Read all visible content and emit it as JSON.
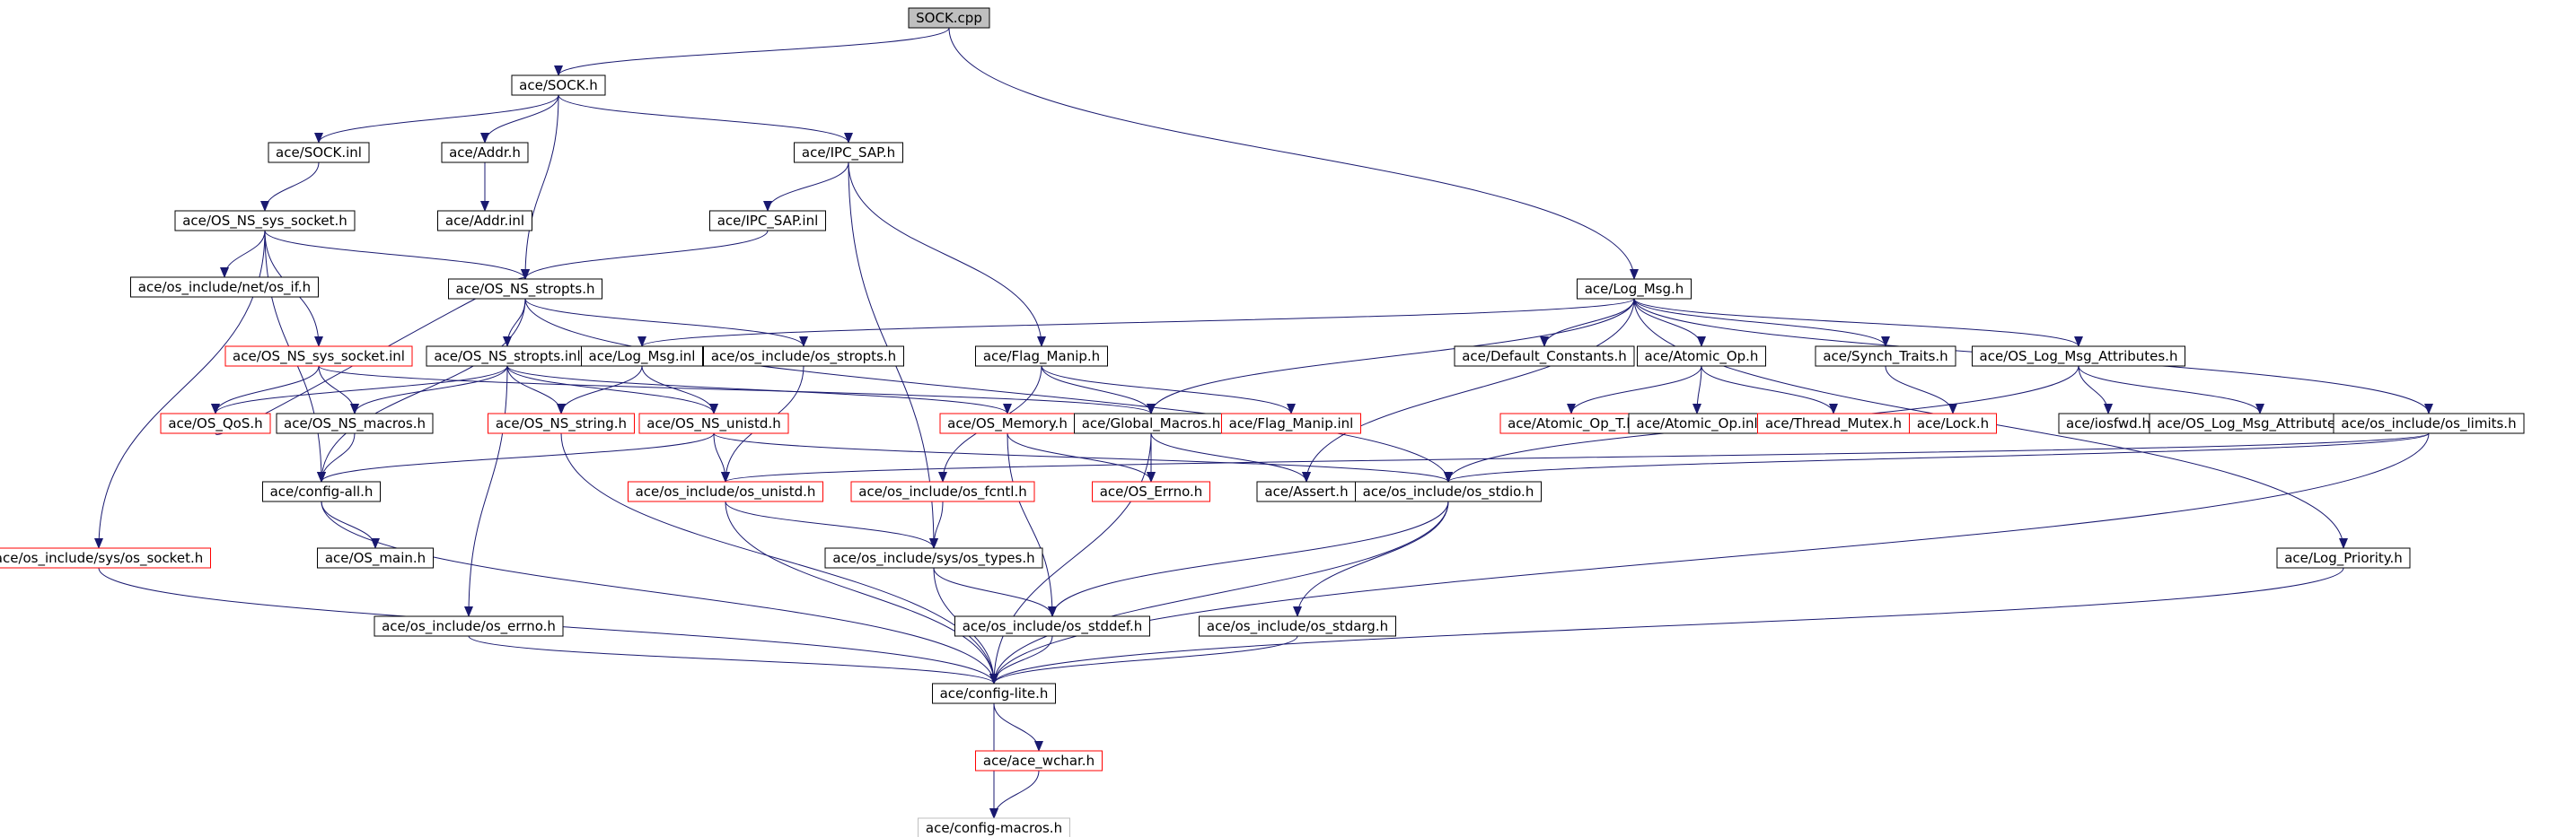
{
  "graph": {
    "colors": {
      "edge": "#191970",
      "box_default": "#000000",
      "box_red": "#ff0000",
      "box_gray": "#bfbfbf",
      "root_fill": "#bfbfbf",
      "text": "#000000"
    },
    "nodes": [
      {
        "id": "sock_cpp",
        "label": "SOCK.cpp",
        "style": "root"
      },
      {
        "id": "sock_h",
        "label": "ace/SOCK.h",
        "style": "default"
      },
      {
        "id": "sock_inl",
        "label": "ace/SOCK.inl",
        "style": "default"
      },
      {
        "id": "addr_h",
        "label": "ace/Addr.h",
        "style": "default"
      },
      {
        "id": "ipc_sap_h",
        "label": "ace/IPC_SAP.h",
        "style": "default"
      },
      {
        "id": "addr_inl",
        "label": "ace/Addr.inl",
        "style": "default"
      },
      {
        "id": "os_ns_sys_socket_h",
        "label": "ace/OS_NS_sys_socket.h",
        "style": "default"
      },
      {
        "id": "ipc_sap_inl",
        "label": "ace/IPC_SAP.inl",
        "style": "default"
      },
      {
        "id": "os_if_h",
        "label": "ace/os_include/net/os_if.h",
        "style": "default"
      },
      {
        "id": "os_ns_stropts_h",
        "label": "ace/OS_NS_stropts.h",
        "style": "default"
      },
      {
        "id": "log_msg_h",
        "label": "ace/Log_Msg.h",
        "style": "default"
      },
      {
        "id": "os_ns_sys_socket_inl",
        "label": "ace/OS_NS_sys_socket.inl",
        "style": "red"
      },
      {
        "id": "os_ns_stropts_inl",
        "label": "ace/OS_NS_stropts.inl",
        "style": "default"
      },
      {
        "id": "log_msg_inl",
        "label": "ace/Log_Msg.inl",
        "style": "default"
      },
      {
        "id": "os_stropts_h",
        "label": "ace/os_include/os_stropts.h",
        "style": "default"
      },
      {
        "id": "flag_manip_h",
        "label": "ace/Flag_Manip.h",
        "style": "default"
      },
      {
        "id": "default_constants_h",
        "label": "ace/Default_Constants.h",
        "style": "default"
      },
      {
        "id": "atomic_op_h",
        "label": "ace/Atomic_Op.h",
        "style": "default"
      },
      {
        "id": "synch_traits_h",
        "label": "ace/Synch_Traits.h",
        "style": "default"
      },
      {
        "id": "os_log_msg_attr_h",
        "label": "ace/OS_Log_Msg_Attributes.h",
        "style": "default"
      },
      {
        "id": "os_qos_h",
        "label": "ace/OS_QoS.h",
        "style": "red"
      },
      {
        "id": "os_ns_macros_h",
        "label": "ace/OS_NS_macros.h",
        "style": "default"
      },
      {
        "id": "os_ns_string_h",
        "label": "ace/OS_NS_string.h",
        "style": "red"
      },
      {
        "id": "os_ns_unistd_h",
        "label": "ace/OS_NS_unistd.h",
        "style": "red"
      },
      {
        "id": "os_memory_h",
        "label": "ace/OS_Memory.h",
        "style": "red"
      },
      {
        "id": "global_macros_h",
        "label": "ace/Global_Macros.h",
        "style": "default"
      },
      {
        "id": "flag_manip_inl",
        "label": "ace/Flag_Manip.inl",
        "style": "red"
      },
      {
        "id": "atomic_op_t_h",
        "label": "ace/Atomic_Op_T.h",
        "style": "red"
      },
      {
        "id": "atomic_op_inl",
        "label": "ace/Atomic_Op.inl",
        "style": "default"
      },
      {
        "id": "thread_mutex_h",
        "label": "ace/Thread_Mutex.h",
        "style": "red"
      },
      {
        "id": "lock_h",
        "label": "ace/Lock.h",
        "style": "red"
      },
      {
        "id": "iosfwd_h",
        "label": "ace/iosfwd.h",
        "style": "default"
      },
      {
        "id": "os_log_msg_attr_inl",
        "label": "ace/OS_Log_Msg_Attributes.inl",
        "style": "default"
      },
      {
        "id": "os_limits_h",
        "label": "ace/os_include/os_limits.h",
        "style": "default"
      },
      {
        "id": "config_all_h",
        "label": "ace/config-all.h",
        "style": "default"
      },
      {
        "id": "os_unistd_h",
        "label": "ace/os_include/os_unistd.h",
        "style": "red"
      },
      {
        "id": "os_fcntl_h",
        "label": "ace/os_include/os_fcntl.h",
        "style": "red"
      },
      {
        "id": "os_errno_h_red",
        "label": "ace/OS_Errno.h",
        "style": "red"
      },
      {
        "id": "assert_h",
        "label": "ace/Assert.h",
        "style": "default"
      },
      {
        "id": "os_stdio_h",
        "label": "ace/os_include/os_stdio.h",
        "style": "default"
      },
      {
        "id": "os_socket_h",
        "label": "ace/os_include/sys/os_socket.h",
        "style": "red"
      },
      {
        "id": "os_main_h",
        "label": "ace/OS_main.h",
        "style": "default"
      },
      {
        "id": "os_types_h",
        "label": "ace/os_include/sys/os_types.h",
        "style": "default"
      },
      {
        "id": "log_priority_h",
        "label": "ace/Log_Priority.h",
        "style": "default"
      },
      {
        "id": "os_errno_h",
        "label": "ace/os_include/os_errno.h",
        "style": "default"
      },
      {
        "id": "os_stddef_h",
        "label": "ace/os_include/os_stddef.h",
        "style": "default"
      },
      {
        "id": "os_stdarg_h",
        "label": "ace/os_include/os_stdarg.h",
        "style": "default"
      },
      {
        "id": "config_lite_h",
        "label": "ace/config-lite.h",
        "style": "default"
      },
      {
        "id": "ace_wchar_h",
        "label": "ace/ace_wchar.h",
        "style": "red"
      },
      {
        "id": "config_macros_h",
        "label": "ace/config-macros.h",
        "style": "gray"
      }
    ],
    "edges": [
      [
        "sock_cpp",
        "sock_h"
      ],
      [
        "sock_cpp",
        "log_msg_h"
      ],
      [
        "sock_h",
        "sock_inl"
      ],
      [
        "sock_h",
        "addr_h"
      ],
      [
        "sock_h",
        "ipc_sap_h"
      ],
      [
        "sock_h",
        "os_ns_stropts_h"
      ],
      [
        "addr_h",
        "addr_inl"
      ],
      [
        "ipc_sap_h",
        "ipc_sap_inl"
      ],
      [
        "ipc_sap_h",
        "flag_manip_h"
      ],
      [
        "ipc_sap_h",
        "os_types_h"
      ],
      [
        "ipc_sap_inl",
        "os_ns_stropts_h"
      ],
      [
        "sock_inl",
        "os_ns_sys_socket_h"
      ],
      [
        "os_ns_sys_socket_h",
        "os_if_h"
      ],
      [
        "os_ns_sys_socket_h",
        "os_ns_stropts_h"
      ],
      [
        "os_ns_sys_socket_h",
        "os_ns_sys_socket_inl"
      ],
      [
        "os_ns_sys_socket_h",
        "os_socket_h"
      ],
      [
        "os_ns_sys_socket_h",
        "config_all_h"
      ],
      [
        "os_ns_stropts_h",
        "os_ns_stropts_inl"
      ],
      [
        "os_ns_stropts_h",
        "os_stropts_h"
      ],
      [
        "os_ns_stropts_h",
        "os_stdio_h"
      ],
      [
        "os_ns_stropts_h",
        "config_all_h"
      ],
      [
        "os_ns_sys_socket_inl",
        "os_qos_h"
      ],
      [
        "os_ns_sys_socket_inl",
        "os_ns_macros_h"
      ],
      [
        "os_ns_sys_socket_inl",
        "global_macros_h"
      ],
      [
        "os_ns_stropts_inl",
        "os_qos_h"
      ],
      [
        "os_ns_stropts_inl",
        "os_ns_macros_h"
      ],
      [
        "os_ns_stropts_inl",
        "os_ns_string_h"
      ],
      [
        "os_ns_stropts_inl",
        "os_ns_unistd_h"
      ],
      [
        "os_ns_stropts_inl",
        "os_memory_h"
      ],
      [
        "os_ns_stropts_inl",
        "os_errno_h"
      ],
      [
        "os_qos_h",
        "os_ns_stropts_h"
      ],
      [
        "os_ns_macros_h",
        "config_all_h"
      ],
      [
        "os_ns_string_h",
        "config_lite_h"
      ],
      [
        "os_ns_unistd_h",
        "config_all_h"
      ],
      [
        "os_ns_unistd_h",
        "os_unistd_h"
      ],
      [
        "os_ns_unistd_h",
        "os_stdio_h"
      ],
      [
        "os_stropts_h",
        "os_unistd_h"
      ],
      [
        "log_msg_inl",
        "os_ns_string_h"
      ],
      [
        "log_msg_inl",
        "os_ns_unistd_h"
      ],
      [
        "log_msg_h",
        "log_msg_inl"
      ],
      [
        "log_msg_h",
        "global_macros_h"
      ],
      [
        "log_msg_h",
        "default_constants_h"
      ],
      [
        "log_msg_h",
        "atomic_op_h"
      ],
      [
        "log_msg_h",
        "synch_traits_h"
      ],
      [
        "log_msg_h",
        "os_log_msg_attr_h"
      ],
      [
        "log_msg_h",
        "os_limits_h"
      ],
      [
        "log_msg_h",
        "log_priority_h"
      ],
      [
        "log_msg_h",
        "assert_h"
      ],
      [
        "flag_manip_h",
        "global_macros_h"
      ],
      [
        "flag_manip_h",
        "flag_manip_inl"
      ],
      [
        "flag_manip_h",
        "os_fcntl_h"
      ],
      [
        "global_macros_h",
        "os_errno_h_red"
      ],
      [
        "global_macros_h",
        "assert_h"
      ],
      [
        "global_macros_h",
        "config_lite_h"
      ],
      [
        "os_memory_h",
        "os_errno_h_red"
      ],
      [
        "os_memory_h",
        "os_stddef_h"
      ],
      [
        "atomic_op_h",
        "atomic_op_t_h"
      ],
      [
        "atomic_op_h",
        "atomic_op_inl"
      ],
      [
        "atomic_op_h",
        "thread_mutex_h"
      ],
      [
        "synch_traits_h",
        "lock_h"
      ],
      [
        "os_log_msg_attr_h",
        "iosfwd_h"
      ],
      [
        "os_log_msg_attr_h",
        "os_log_msg_attr_inl"
      ],
      [
        "os_log_msg_attr_h",
        "os_stdio_h"
      ],
      [
        "os_limits_h",
        "os_unistd_h"
      ],
      [
        "os_limits_h",
        "os_stdio_h"
      ],
      [
        "os_limits_h",
        "config_lite_h"
      ],
      [
        "config_all_h",
        "os_main_h"
      ],
      [
        "config_all_h",
        "config_lite_h"
      ],
      [
        "os_unistd_h",
        "os_types_h"
      ],
      [
        "os_unistd_h",
        "config_lite_h"
      ],
      [
        "os_fcntl_h",
        "os_types_h"
      ],
      [
        "os_stdio_h",
        "os_stddef_h"
      ],
      [
        "os_stdio_h",
        "os_stdarg_h"
      ],
      [
        "os_stdio_h",
        "config_lite_h"
      ],
      [
        "os_socket_h",
        "config_lite_h"
      ],
      [
        "os_types_h",
        "os_stddef_h"
      ],
      [
        "os_types_h",
        "config_lite_h"
      ],
      [
        "os_errno_h",
        "config_lite_h"
      ],
      [
        "os_stddef_h",
        "config_lite_h"
      ],
      [
        "os_stdarg_h",
        "config_lite_h"
      ],
      [
        "log_priority_h",
        "config_lite_h"
      ],
      [
        "config_lite_h",
        "ace_wchar_h"
      ],
      [
        "config_lite_h",
        "config_macros_h"
      ],
      [
        "ace_wchar_h",
        "config_macros_h"
      ]
    ]
  }
}
